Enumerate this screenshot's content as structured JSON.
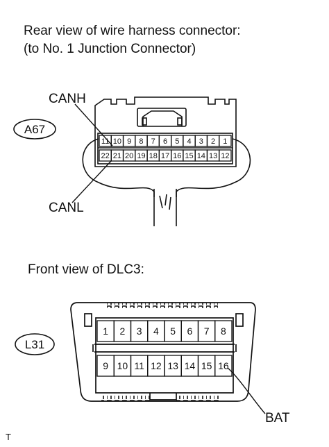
{
  "headings": {
    "connector_a_line1": "Rear view of wire harness connector:",
    "connector_a_line2": "(to No. 1 Junction Connector)",
    "connector_b": "Front view of DLC3:"
  },
  "connector_a": {
    "code": "A67",
    "pins_top": [
      "11",
      "10",
      "9",
      "8",
      "7",
      "6",
      "5",
      "4",
      "3",
      "2",
      "1"
    ],
    "pins_bottom": [
      "22",
      "21",
      "20",
      "19",
      "18",
      "17",
      "16",
      "15",
      "14",
      "13",
      "12"
    ],
    "labels": {
      "canh": "CANH",
      "canl": "CANL"
    }
  },
  "connector_b": {
    "code": "L31",
    "pins_top": [
      "1",
      "2",
      "3",
      "4",
      "5",
      "6",
      "7",
      "8"
    ],
    "pins_bottom": [
      "9",
      "10",
      "11",
      "12",
      "13",
      "14",
      "15",
      "16"
    ],
    "labels": {
      "bat": "BAT"
    }
  },
  "footer": {
    "mark": "T"
  }
}
